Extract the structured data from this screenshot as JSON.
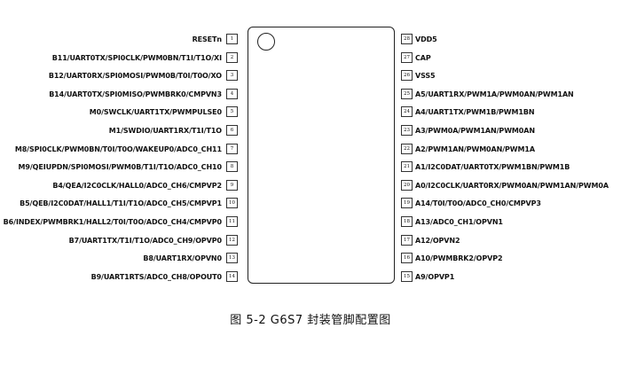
{
  "left_pins": [
    {
      "num": "1",
      "label": "RESETn"
    },
    {
      "num": "2",
      "label": "B11/UART0TX/SPI0CLK/PWM0BN/T1I/T1O/XI"
    },
    {
      "num": "3",
      "label": "B12/UART0RX/SPI0MOSI/PWM0B/T0I/T0O/XO"
    },
    {
      "num": "4",
      "label": "B14/UART0TX/SPI0MISO/PWMBRK0/CMPVN3"
    },
    {
      "num": "5",
      "label": "M0/SWCLK/UART1TX/PWMPULSE0"
    },
    {
      "num": "6",
      "label": "M1/SWDIO/UART1RX/T1I/T1O"
    },
    {
      "num": "7",
      "label": "M8/SPI0CLK/PWM0BN/T0I/T0O/WAKEUP0/ADC0_CH11"
    },
    {
      "num": "8",
      "label": "M9/QEIUPDN/SPI0MOSI/PWM0B/T1I/T1O/ADC0_CH10"
    },
    {
      "num": "9",
      "label": "B4/QEA/I2C0CLK/HALL0/ADC0_CH6/CMPVP2"
    },
    {
      "num": "10",
      "label": "B5/QEB/I2C0DAT/HALL1/T1I/T1O/ADC0_CH5/CMPVP1"
    },
    {
      "num": "11",
      "label": "B6/INDEX/PWMBRK1/HALL2/T0I/T0O/ADC0_CH4/CMPVP0"
    },
    {
      "num": "12",
      "label": "B7/UART1TX/T1I/T1O/ADC0_CH9/OPVP0"
    },
    {
      "num": "13",
      "label": "B8/UART1RX/OPVN0"
    },
    {
      "num": "14",
      "label": "B9/UART1RTS/ADC0_CH8/OPOUT0"
    }
  ],
  "right_pins": [
    {
      "num": "28",
      "label": "VDD5"
    },
    {
      "num": "27",
      "label": "CAP"
    },
    {
      "num": "26",
      "label": "VSS5"
    },
    {
      "num": "25",
      "label": "A5/UART1RX/PWM1A/PWM0AN/PWM1AN"
    },
    {
      "num": "24",
      "label": "A4/UART1TX/PWM1B/PWM1BN"
    },
    {
      "num": "23",
      "label": "A3/PWM0A/PWM1AN/PWM0AN"
    },
    {
      "num": "22",
      "label": "A2/PWM1AN/PWM0AN/PWM1A"
    },
    {
      "num": "21",
      "label": "A1/I2C0DAT/UART0TX/PWM1BN/PWM1B"
    },
    {
      "num": "20",
      "label": "A0/I2C0CLK/UART0RX/PWM0AN/PWM1AN/PWM0A"
    },
    {
      "num": "19",
      "label": "A14/T0I/T0O/ADC0_CH0/CMPVP3"
    },
    {
      "num": "18",
      "label": "A13/ADC0_CH1/OPVN1"
    },
    {
      "num": "17",
      "label": "A12/OPVN2"
    },
    {
      "num": "16",
      "label": "A10/PWMBRK2/OPVP2"
    },
    {
      "num": "15",
      "label": "A9/OPVP1"
    }
  ],
  "caption": "图  5-2 G6S7 封装管脚配置图"
}
